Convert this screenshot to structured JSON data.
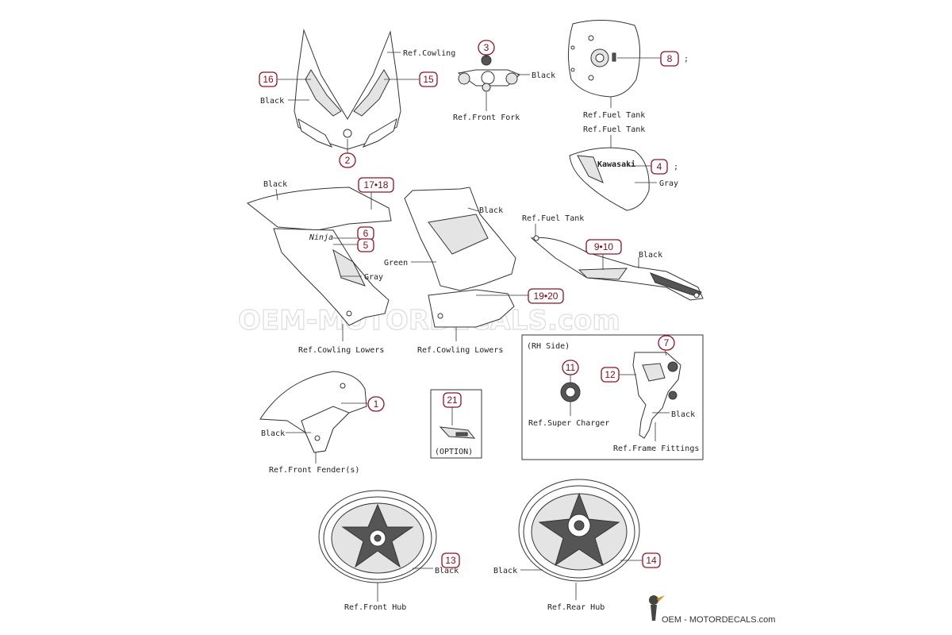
{
  "labels": {
    "ref_cowling": "Ref.Cowling",
    "black_a": "Black",
    "black_fork": "Black",
    "ref_front_fork": "Ref.Front Fork",
    "ref_fuel_tank_a": "Ref.Fuel Tank",
    "ref_fuel_tank_b": "Ref.Fuel Tank",
    "semicolon": ";",
    "gray_tank": "Gray",
    "black_lower_l": "Black",
    "black_lower_r": "Black",
    "gray_lower": "Gray",
    "green": "Green",
    "ref_fuel_tank_c": "Ref.Fuel Tank",
    "black_tank_side": "Black",
    "ref_cowling_lowers_a": "Ref.Cowling Lowers",
    "ref_cowling_lowers_b": "Ref.Cowling Lowers",
    "rh_side": "(RH Side)",
    "black_frame": "Black",
    "ref_super_charger": "Ref.Super Charger",
    "ref_frame_fittings": "Ref.Frame Fittings",
    "black_fender": "Black",
    "ref_front_fenders": "Ref.Front Fender(s)",
    "option": "(OPTION)",
    "black_front_hub": "Black",
    "black_rear_hub": "Black",
    "ref_front_hub": "Ref.Front Hub",
    "ref_rear_hub": "Ref.Rear Hub",
    "fuel_tank_logo": "Kawasaki",
    "ninja_logo": "Ninja",
    "watermark": "OEM-MOTORDECALS.com",
    "brand": "OEM - MOTORDECALS.com"
  },
  "part_numbers": {
    "p1": "1",
    "p2": "2",
    "p3": "3",
    "p4": "4",
    "p5": "5",
    "p6": "6",
    "p7": "7",
    "p8": "8",
    "p9_10": "9•10",
    "p11": "11",
    "p12": "12",
    "p13": "13",
    "p14": "14",
    "p15": "15",
    "p16": "16",
    "p17_18": "17•18",
    "p19_20": "19•20",
    "p21": "21"
  },
  "colors": {
    "badge_border": "#8a1424",
    "badge_text": "#7a1020",
    "line": "#333333"
  }
}
